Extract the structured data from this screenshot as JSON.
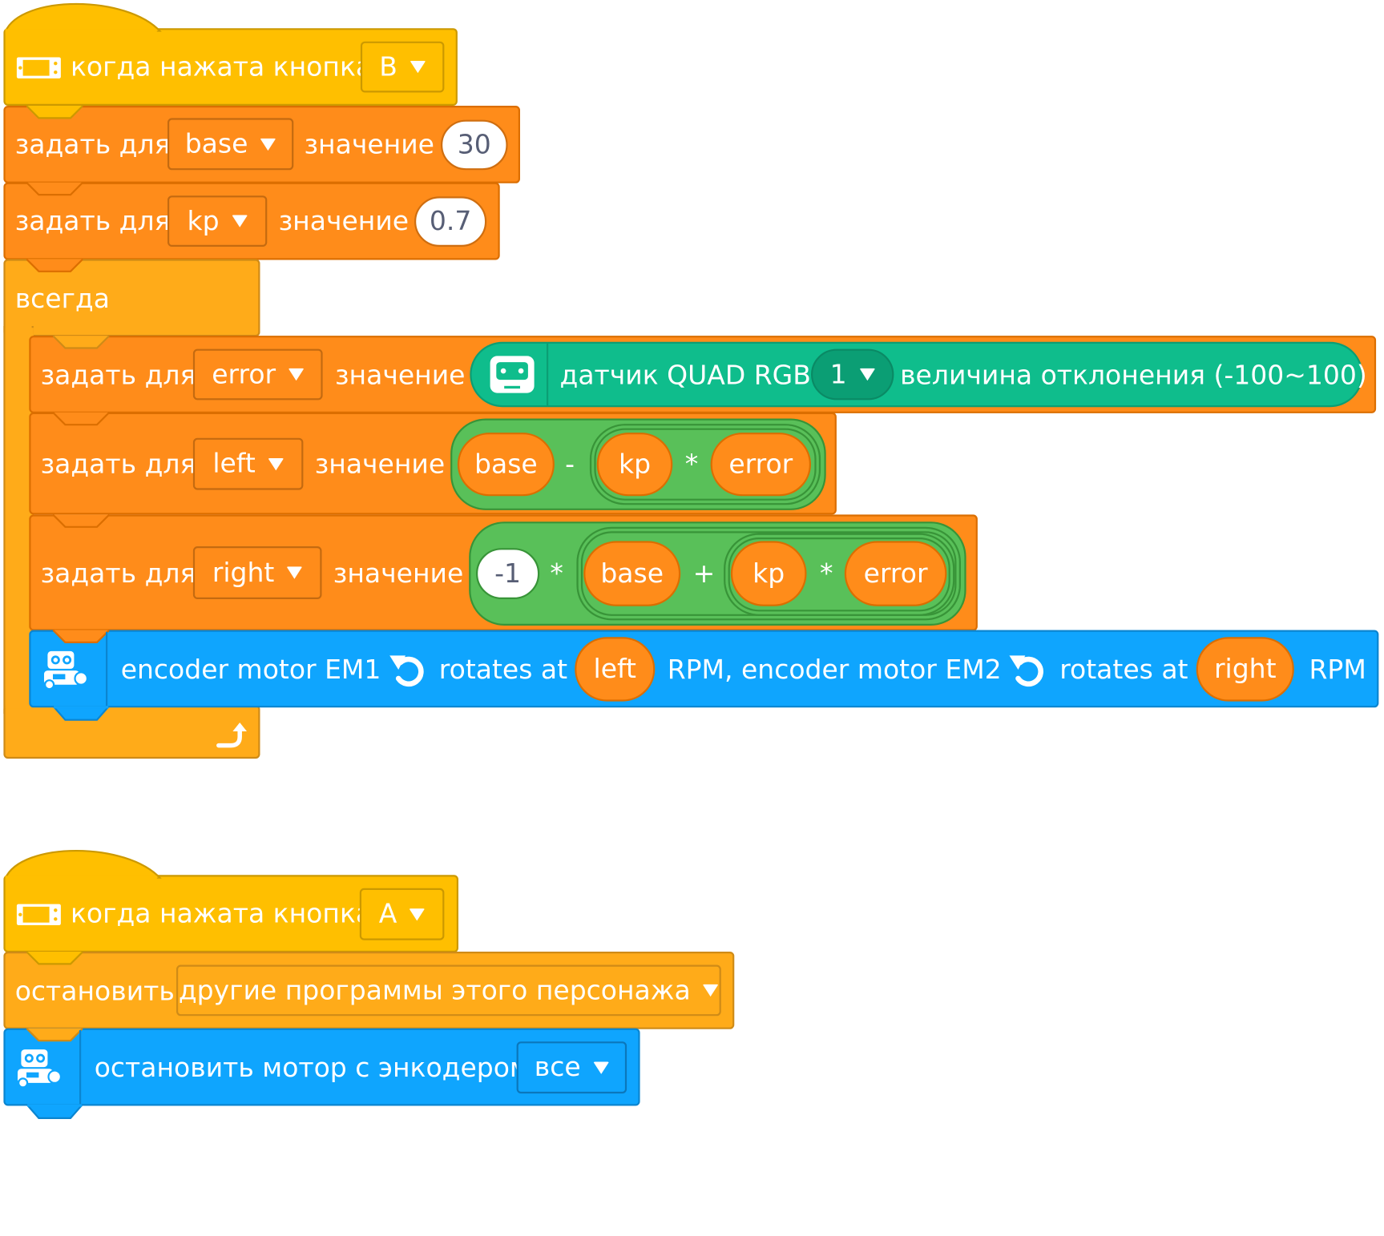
{
  "script1": {
    "hat": {
      "label": "когда нажата кнопка",
      "button": "B"
    },
    "set_base": {
      "prefix": "задать для",
      "variable": "base",
      "value_label": "значение",
      "value": "30"
    },
    "set_kp": {
      "prefix": "задать для",
      "variable": "kp",
      "value_label": "значение",
      "value": "0.7"
    },
    "forever": {
      "label": "всегда"
    },
    "set_error": {
      "prefix": "задать для",
      "variable": "error",
      "value_label": "значение",
      "sensor_label": "датчик QUAD RGB",
      "sensor_port": "1",
      "sensor_reading": "величина отклонения (-100~100)"
    },
    "set_left": {
      "prefix": "задать для",
      "variable": "left",
      "value_label": "значение",
      "expr": {
        "a": "base",
        "op1": "-",
        "b": "kp",
        "op2": "*",
        "c": "error"
      }
    },
    "set_right": {
      "prefix": "задать для",
      "variable": "right",
      "value_label": "значение",
      "expr": {
        "n": "-1",
        "op1": "*",
        "a": "base",
        "op2": "+",
        "b": "kp",
        "op3": "*",
        "c": "error"
      }
    },
    "motors": {
      "em1": "encoder motor EM1",
      "rot1": "rotates at",
      "v1": "left",
      "rpm1": "RPM, encoder motor EM2",
      "rot2": "rotates at",
      "v2": "right",
      "rpm2": "RPM"
    }
  },
  "script2": {
    "hat": {
      "label": "когда нажата кнопка",
      "button": "A"
    },
    "stop": {
      "label": "остановить",
      "option": "другие программы этого персонажа"
    },
    "stop_motor": {
      "label": "остановить мотор с энкодером",
      "option": "все"
    }
  },
  "colors": {
    "events": "#ffbf00",
    "variables": "#ff8c1a",
    "control": "#ffab19",
    "operators": "#59c059",
    "sensor": "#0fbd8c",
    "motion": "#0fa5fe"
  }
}
